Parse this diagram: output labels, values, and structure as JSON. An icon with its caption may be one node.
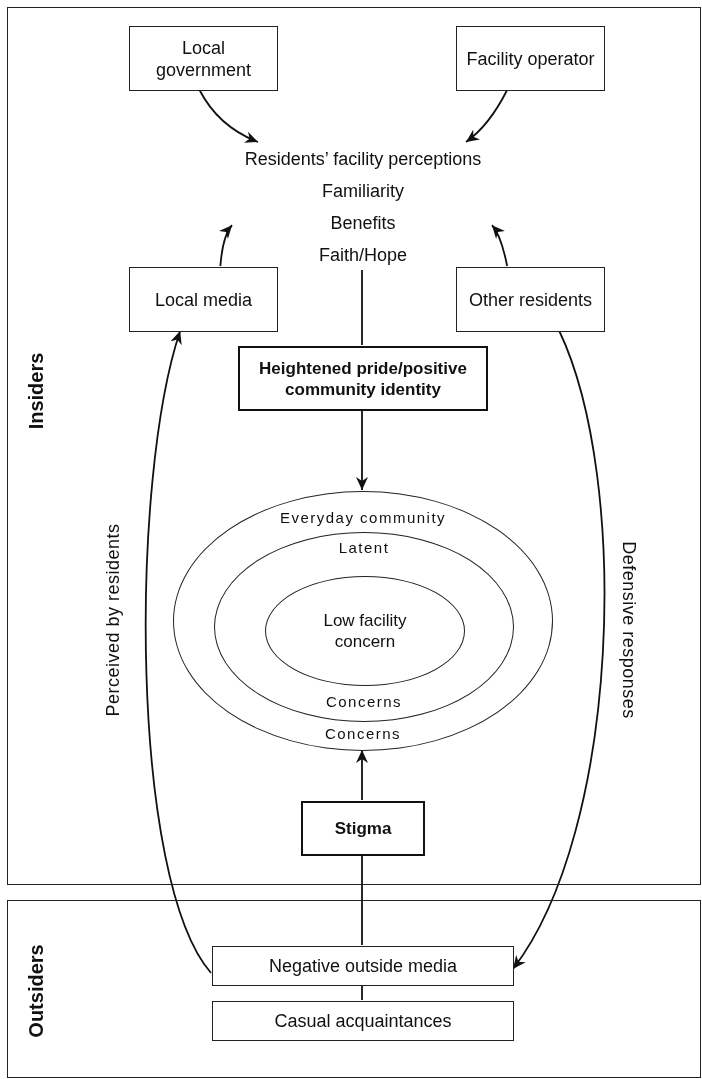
{
  "diagram": {
    "nodes": [
      {
        "text": [
          "Insiders"
        ]
      },
      {
        "text": [
          "Outsiders"
        ]
      },
      {
        "text": [
          "Local government"
        ],
        "in": 0
      },
      {
        "text": [
          "Facility operator"
        ],
        "in": 0
      },
      {
        "text": [
          "Residents’ facility perceptions",
          "Familiarity",
          "Benefits",
          "Faith/Hope"
        ],
        "in": 0
      },
      {
        "text": [
          "Local media"
        ],
        "in": 0
      },
      {
        "text": [
          "Other residents"
        ],
        "in": 0
      },
      {
        "text": [
          "Heightened pride/positive community identity"
        ],
        "in": 0
      },
      {
        "text": [
          "Everyday community",
          "Concerns"
        ],
        "in": 0
      },
      {
        "text": [
          "Latent",
          "Concerns"
        ],
        "in": 8
      },
      {
        "text": [
          "Low facility concern"
        ],
        "in": 9
      },
      {
        "text": [
          "Stigma"
        ],
        "in": 0
      },
      {
        "text": [
          "Negative outside media"
        ],
        "in": 1
      },
      {
        "text": [
          "Casual acquaintances"
        ],
        "in": 1
      }
    ],
    "edges": [
      {
        "from": 2,
        "to": 4,
        "arrow": "to"
      },
      {
        "from": 3,
        "to": 4,
        "arrow": "to"
      },
      {
        "from": 5,
        "to": 4,
        "arrow": "to"
      },
      {
        "from": 6,
        "to": 4,
        "arrow": "to"
      },
      {
        "from": 4,
        "to": 7,
        "arrow": "none"
      },
      {
        "from": 7,
        "to": 8,
        "arrow": "to"
      },
      {
        "from": 11,
        "to": 8,
        "arrow": "to"
      },
      {
        "from": 12,
        "to": 11,
        "arrow": "none"
      },
      {
        "from": 13,
        "to": 12,
        "arrow": "none"
      },
      {
        "from": 12,
        "to": 5,
        "arrow": "to",
        "label": "Perceived by residents"
      },
      {
        "from": 6,
        "to": 12,
        "arrow": "to",
        "label": "Defensive responses"
      }
    ]
  }
}
